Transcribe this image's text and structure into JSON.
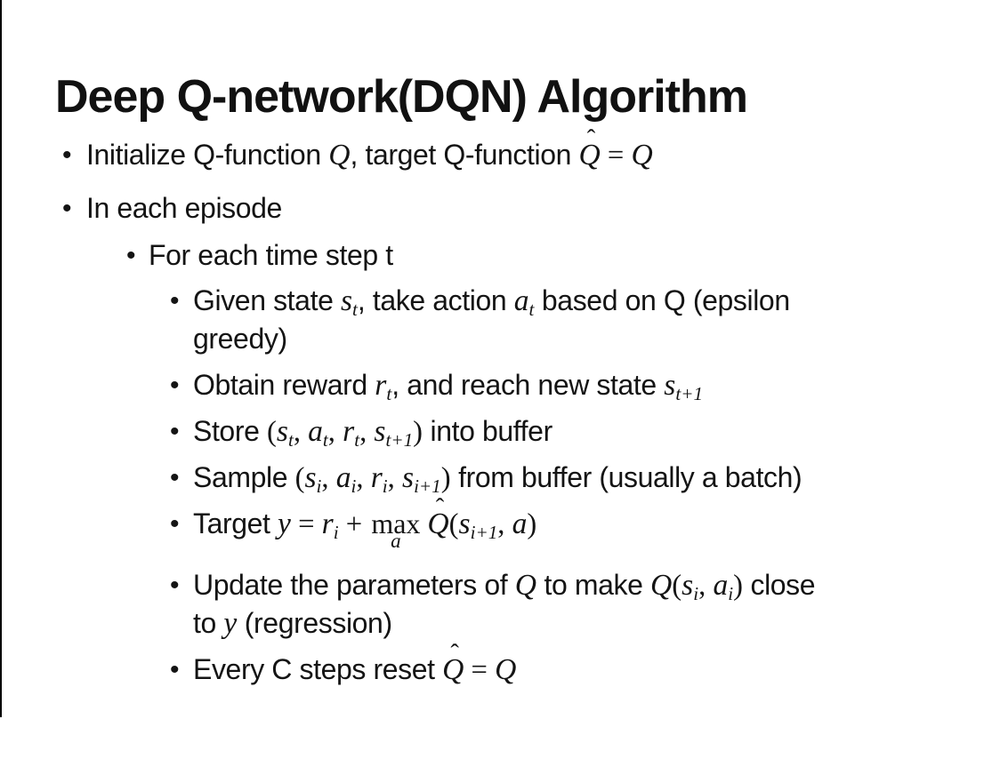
{
  "slide": {
    "title": "Deep Q-network(DQN) Algorithm",
    "text_color": "#141414",
    "background_color": "#ffffff",
    "rows": [
      {
        "level": 1,
        "bullet": true,
        "segments": [
          {
            "s": "t",
            "x": "Initialize Q-function "
          },
          {
            "s": "m",
            "x": "Q"
          },
          {
            "s": "t",
            "x": ", target Q-function "
          },
          {
            "s": "hat",
            "x": "Q"
          },
          {
            "s": "r",
            "x": " = "
          },
          {
            "s": "m",
            "x": "Q"
          }
        ]
      },
      {
        "level": 1,
        "bullet": true,
        "segments": [
          {
            "s": "t",
            "x": "In each episode"
          }
        ]
      },
      {
        "level": 2,
        "bullet": true,
        "segments": [
          {
            "s": "t",
            "x": "For each time step t"
          }
        ]
      },
      {
        "level": 3,
        "bullet": true,
        "segments": [
          {
            "s": "t",
            "x": "Given state "
          },
          {
            "s": "m",
            "x": "s"
          },
          {
            "s": "sub",
            "x": "t"
          },
          {
            "s": "t",
            "x": ", take action "
          },
          {
            "s": "m",
            "x": "a"
          },
          {
            "s": "sub",
            "x": "t"
          },
          {
            "s": "t",
            "x": " based on Q (epsilon"
          }
        ]
      },
      {
        "level": 3,
        "bullet": false,
        "segments": [
          {
            "s": "t",
            "x": "greedy)"
          }
        ]
      },
      {
        "level": 3,
        "bullet": true,
        "segments": [
          {
            "s": "t",
            "x": "Obtain reward "
          },
          {
            "s": "m",
            "x": "r"
          },
          {
            "s": "sub",
            "x": "t"
          },
          {
            "s": "t",
            "x": ", and reach new state "
          },
          {
            "s": "m",
            "x": "s"
          },
          {
            "s": "sub",
            "x": "t+1"
          }
        ]
      },
      {
        "level": 3,
        "bullet": true,
        "segments": [
          {
            "s": "t",
            "x": "Store "
          },
          {
            "s": "r",
            "x": "("
          },
          {
            "s": "m",
            "x": "s"
          },
          {
            "s": "sub",
            "x": "t"
          },
          {
            "s": "r",
            "x": ", "
          },
          {
            "s": "m",
            "x": "a"
          },
          {
            "s": "sub",
            "x": "t"
          },
          {
            "s": "r",
            "x": ", "
          },
          {
            "s": "m",
            "x": "r"
          },
          {
            "s": "sub",
            "x": "t"
          },
          {
            "s": "r",
            "x": ", "
          },
          {
            "s": "m",
            "x": "s"
          },
          {
            "s": "sub",
            "x": "t+1"
          },
          {
            "s": "r",
            "x": ")"
          },
          {
            "s": "t",
            "x": " into buffer"
          }
        ]
      },
      {
        "level": 3,
        "bullet": true,
        "segments": [
          {
            "s": "t",
            "x": "Sample "
          },
          {
            "s": "r",
            "x": "("
          },
          {
            "s": "m",
            "x": "s"
          },
          {
            "s": "sub",
            "x": "i"
          },
          {
            "s": "r",
            "x": ", "
          },
          {
            "s": "m",
            "x": "a"
          },
          {
            "s": "sub",
            "x": "i"
          },
          {
            "s": "r",
            "x": ", "
          },
          {
            "s": "m",
            "x": "r"
          },
          {
            "s": "sub",
            "x": "i"
          },
          {
            "s": "r",
            "x": ", "
          },
          {
            "s": "m",
            "x": "s"
          },
          {
            "s": "sub",
            "x": "i+1"
          },
          {
            "s": "r",
            "x": ")"
          },
          {
            "s": "t",
            "x": " from buffer (usually a batch)"
          }
        ]
      },
      {
        "level": 3,
        "bullet": true,
        "segments": [
          {
            "s": "t",
            "x": "Target "
          },
          {
            "s": "m",
            "x": "y"
          },
          {
            "s": "r",
            "x": " = "
          },
          {
            "s": "m",
            "x": "r"
          },
          {
            "s": "sub",
            "x": "i"
          },
          {
            "s": "r",
            "x": " + "
          },
          {
            "s": "lim",
            "op": "max",
            "under": "a"
          },
          {
            "s": "hat",
            "x": "Q"
          },
          {
            "s": "r",
            "x": "("
          },
          {
            "s": "m",
            "x": "s"
          },
          {
            "s": "sub",
            "x": "i+1"
          },
          {
            "s": "r",
            "x": ", "
          },
          {
            "s": "m",
            "x": "a"
          },
          {
            "s": "r",
            "x": ")"
          }
        ]
      },
      {
        "level": 3,
        "bullet": true,
        "segments": [
          {
            "s": "t",
            "x": "Update the parameters of "
          },
          {
            "s": "m",
            "x": "Q"
          },
          {
            "s": "t",
            "x": " to make "
          },
          {
            "s": "m",
            "x": "Q"
          },
          {
            "s": "r",
            "x": "("
          },
          {
            "s": "m",
            "x": "s"
          },
          {
            "s": "sub",
            "x": "i"
          },
          {
            "s": "r",
            "x": ", "
          },
          {
            "s": "m",
            "x": "a"
          },
          {
            "s": "sub",
            "x": "i"
          },
          {
            "s": "r",
            "x": ")"
          },
          {
            "s": "t",
            "x": " close"
          }
        ]
      },
      {
        "level": 3,
        "bullet": false,
        "segments": [
          {
            "s": "t",
            "x": "to "
          },
          {
            "s": "m",
            "x": "y"
          },
          {
            "s": "t",
            "x": " (regression)"
          }
        ]
      },
      {
        "level": 3,
        "bullet": true,
        "segments": [
          {
            "s": "t",
            "x": "Every C steps reset "
          },
          {
            "s": "hat",
            "x": "Q"
          },
          {
            "s": "r",
            "x": " = "
          },
          {
            "s": "m",
            "x": "Q"
          }
        ]
      }
    ]
  }
}
